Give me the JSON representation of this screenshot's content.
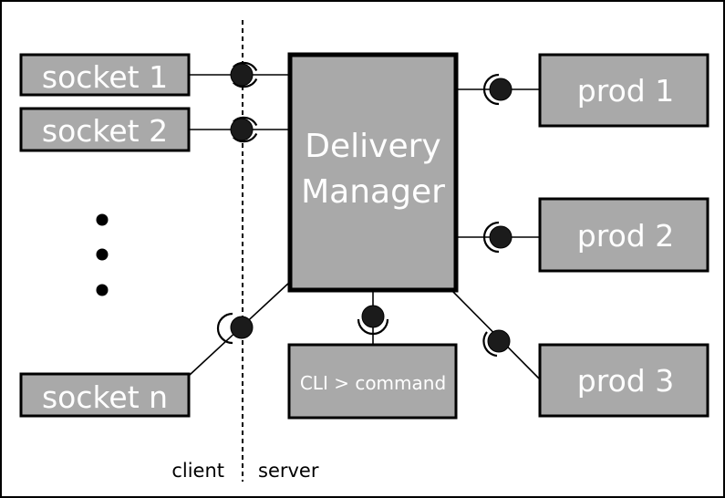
{
  "sockets": [
    "socket 1",
    "socket 2",
    "socket n"
  ],
  "manager": [
    "Delivery",
    "Manager"
  ],
  "producers": [
    "prod 1",
    "prod 2",
    "prod 3"
  ],
  "cli": "CLI > command",
  "zones": {
    "client": "client",
    "server": "server"
  },
  "colors": {
    "box_fill": "#a9a9a9",
    "label_text": "#ffffff",
    "line": "#000000"
  }
}
